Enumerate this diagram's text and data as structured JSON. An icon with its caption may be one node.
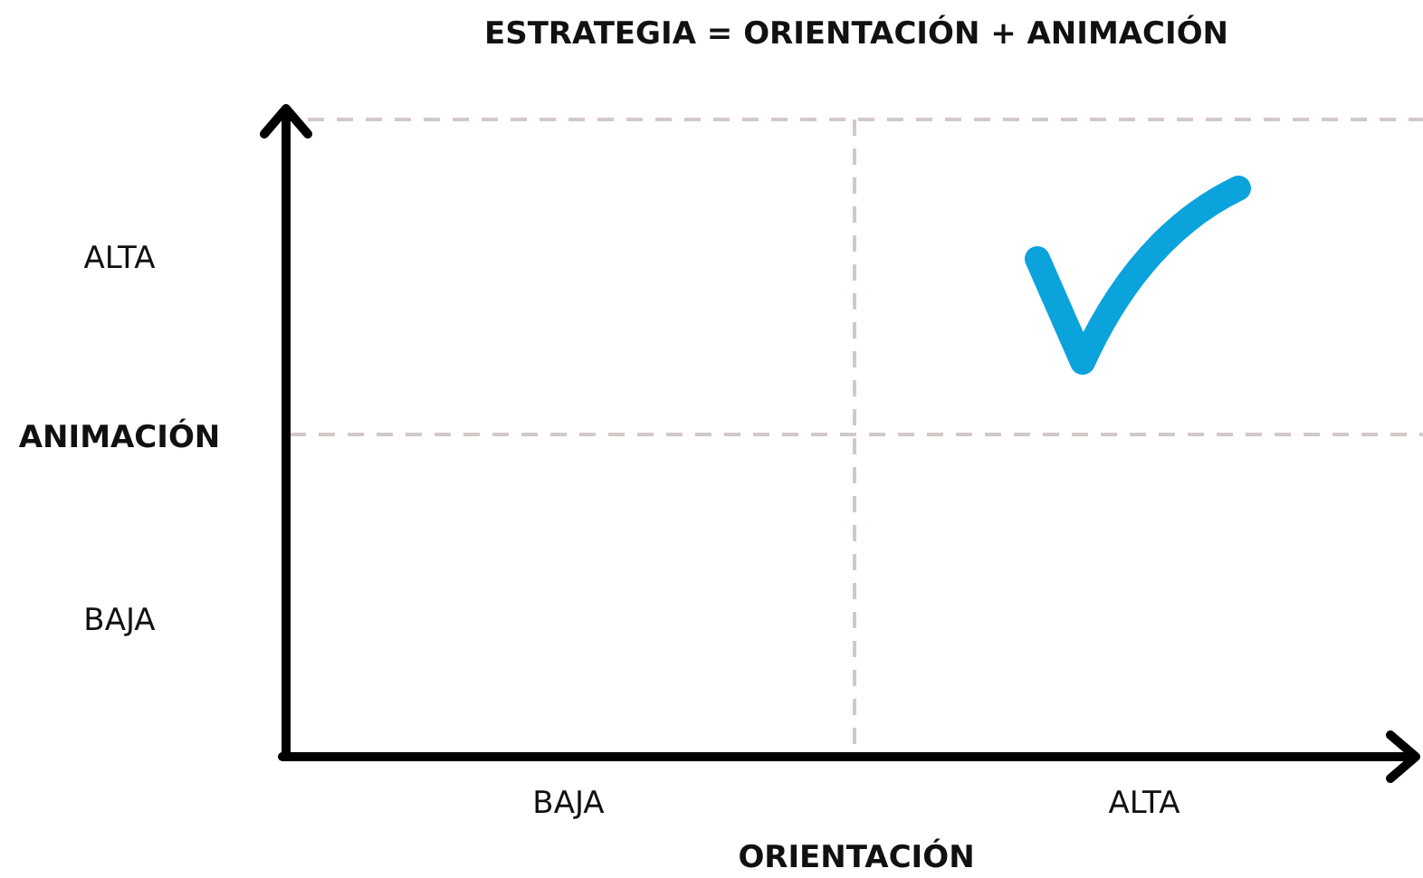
{
  "diagram": {
    "title": "ESTRATEGIA = ORIENTACIÓN + ANIMACIÓN",
    "labels": [
      "ALTA",
      "ANIMACIÓN",
      "BAJA",
      "BAJA",
      "ALTA",
      "ORIENTACIÓN"
    ]
  }
}
